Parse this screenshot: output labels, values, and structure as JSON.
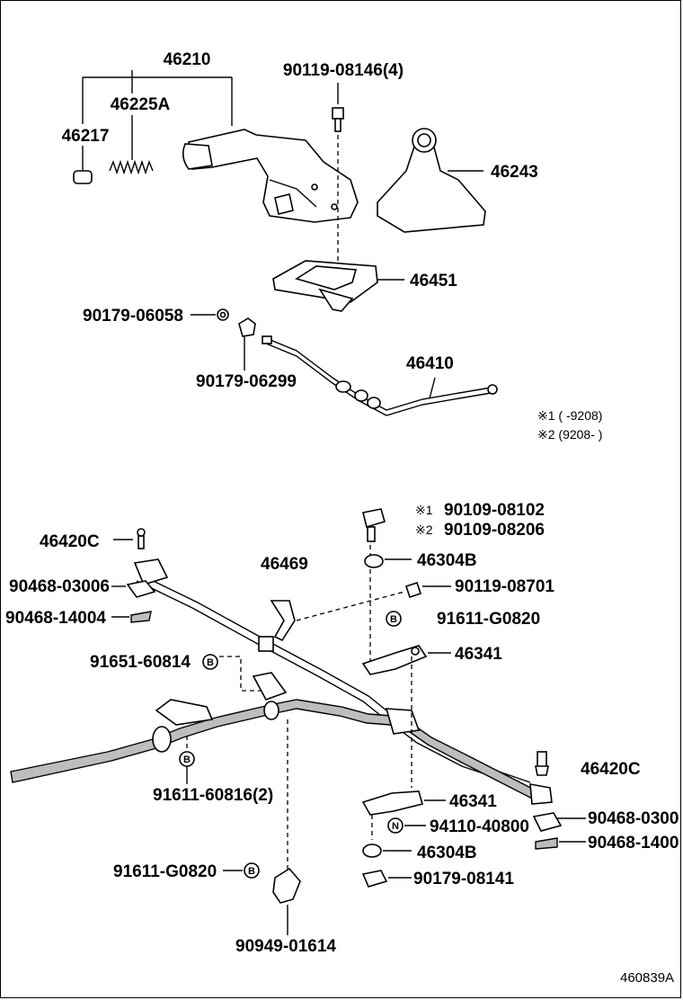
{
  "diagram": {
    "reference_code": "460839A",
    "parts": {
      "p46210": "46210",
      "p46225A": "46225A",
      "p46217": "46217",
      "p90119_08146": "90119-08146(4)",
      "p46243": "46243",
      "p46451": "46451",
      "p90179_06058": "90179-06058",
      "p90179_06299": "90179-06299",
      "p46410": "46410",
      "p46420C_top": "46420C",
      "p90468_03006": "90468-03006",
      "p90468_14004": "90468-14004",
      "p91651_60814": "91651-60814",
      "p46469": "46469",
      "p90109_08102": "90109-08102",
      "p90109_08206": "90109-08206",
      "p46304B_top": "46304B",
      "p90119_08701": "90119-08701",
      "p91611_G0820_top": "91611-G0820",
      "p46341_top": "46341",
      "p46420C_right": "46420C",
      "p91611_60816": "91611-60816(2)",
      "p46341_bottom": "46341",
      "p94110_40800": "94110-40800",
      "p90468_0300": "90468-0300",
      "p90468_1400": "90468-1400",
      "p46304B_bottom": "46304B",
      "p91611_G0820_bottom": "91611-G0820",
      "p90179_08141": "90179-08141",
      "p90949_01614": "90949-01614"
    },
    "notes": {
      "note1": "※1 (        -9208)",
      "note2": "※2 (9208-        )",
      "mark1": "※1",
      "mark2": "※2"
    },
    "symbols": {
      "b": "B",
      "n": "N"
    }
  }
}
